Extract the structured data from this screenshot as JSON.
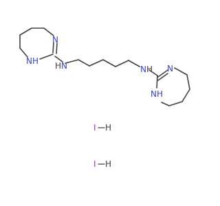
{
  "molecule": {
    "atoms": {
      "n_imine_left": "N",
      "nh_ring_left": "NH",
      "nh_amine_left": "N",
      "h_amine_left": "H",
      "nh_amine_right": "N",
      "h_amine_right": "H",
      "n_imine_right": "N",
      "nh_ring_right": "NH"
    },
    "salts": [
      {
        "halogen": "I",
        "hydrogen": "H"
      },
      {
        "halogen": "I",
        "hydrogen": "H"
      }
    ]
  },
  "colors": {
    "nitrogen": "#3a44c8",
    "iodine": "#9b2fc9",
    "bond": "#404040"
  }
}
